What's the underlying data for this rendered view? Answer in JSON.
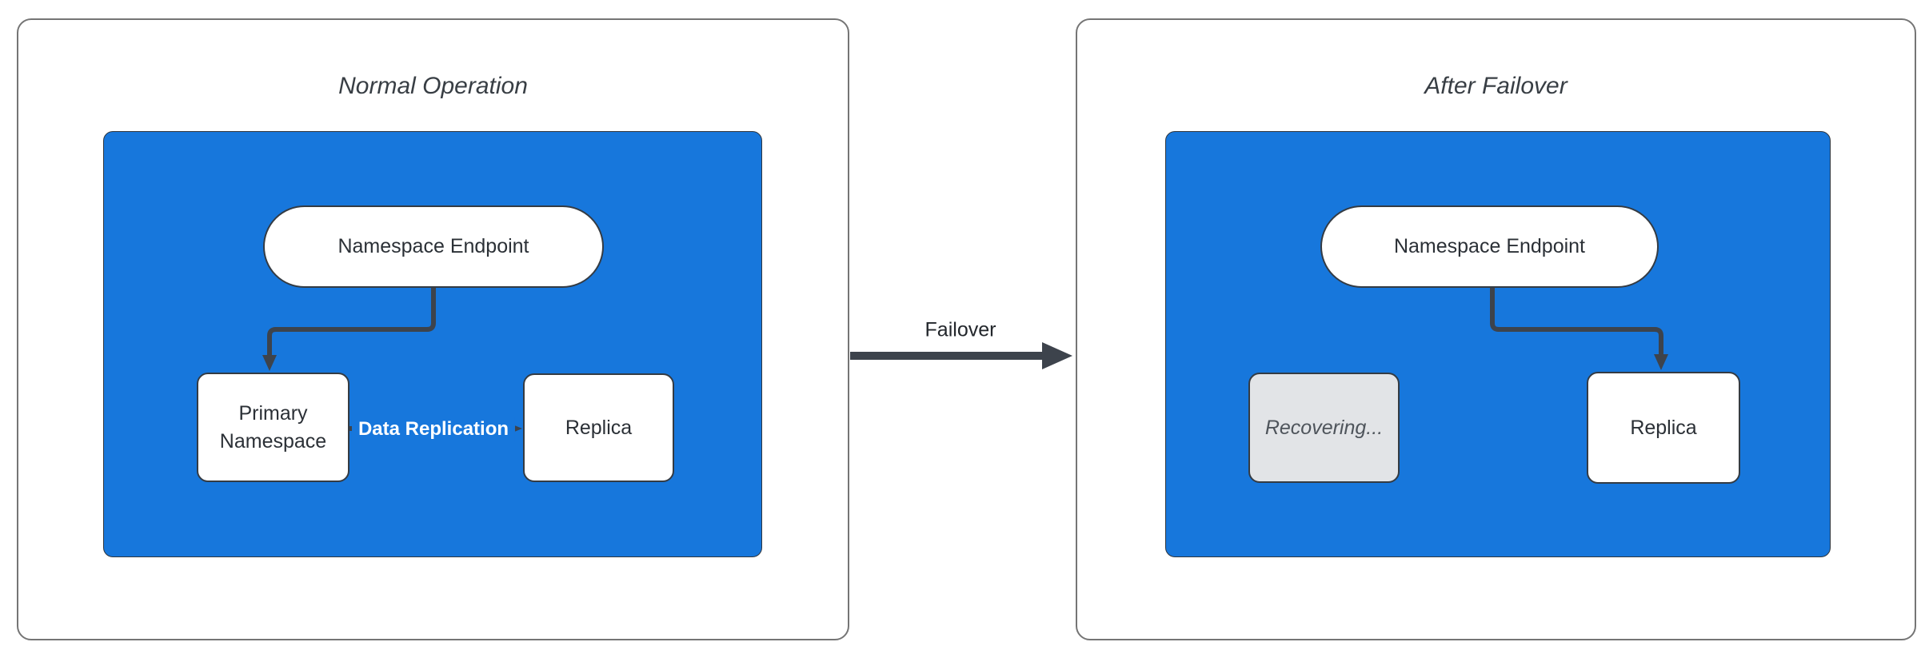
{
  "left": {
    "title": "Normal Operation",
    "endpoint": "Namespace Endpoint",
    "primary": "Primary Namespace",
    "replica": "Replica",
    "replication_label": "Data Replication"
  },
  "right": {
    "title": "After Failover",
    "endpoint": "Namespace Endpoint",
    "recovering": "Recovering...",
    "replica": "Replica"
  },
  "transition": {
    "label": "Failover"
  },
  "colors": {
    "container_blue": "#1777dc",
    "node_fill": "#ffffff",
    "node_border": "#343b43",
    "node_text": "#2b3036",
    "edge_stroke": "#3d434c",
    "recovering_fill": "#e2e4e7",
    "recovering_text": "#4e545b",
    "replication_label_text": "#ffffff",
    "panel_border": "#757575",
    "title_text": "#383e44",
    "background": "#ffffff"
  }
}
